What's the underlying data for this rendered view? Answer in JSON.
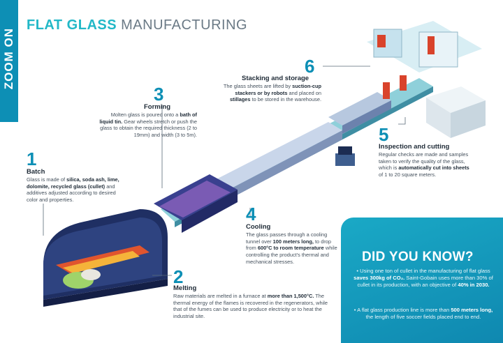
{
  "header": {
    "side_band": "ZOOM ON",
    "title_bold": "FLAT GLASS",
    "title_rest": " MANUFACTURING"
  },
  "steps": [
    {
      "num": "1",
      "title": "Batch",
      "text": [
        {
          "t": "Glass is made of "
        },
        {
          "t": "silica, soda ash, lime, dolomite, recycled glass (cullet)",
          "b": true
        },
        {
          "t": " and additives adjusted according to desired color and properties."
        }
      ]
    },
    {
      "num": "2",
      "title": "Melting",
      "text": [
        {
          "t": "Raw materials are melted in a furnace at "
        },
        {
          "t": "more than 1,500°C.",
          "b": true
        },
        {
          "t": " The thermal energy of the flames is recovered in the regenerators, while that of the fumes can be used to produce electricity or to heat the industrial site."
        }
      ]
    },
    {
      "num": "3",
      "title": "Forming",
      "text": [
        {
          "t": "Molten glass is poured onto a "
        },
        {
          "t": "bath of liquid tin.",
          "b": true
        },
        {
          "t": " Gear wheels stretch or push the glass to obtain the required thickness (2 to 19mm) and width (3 to 5m)."
        }
      ]
    },
    {
      "num": "4",
      "title": "Cooling",
      "text": [
        {
          "t": "The glass passes through a cooling tunnel over "
        },
        {
          "t": "100 meters long,",
          "b": true
        },
        {
          "t": " to drop from "
        },
        {
          "t": "600°C to room temperature",
          "b": true
        },
        {
          "t": " while controlling the product's thermal and mechanical stresses."
        }
      ]
    },
    {
      "num": "5",
      "title": "Inspection and cutting",
      "text": [
        {
          "t": "Regular checks are made and samples taken to verify the quality of the glass, which is "
        },
        {
          "t": "automatically cut into sheets",
          "b": true
        },
        {
          "t": " of 1 to 20 square meters."
        }
      ]
    },
    {
      "num": "6",
      "title": "Stacking and storage",
      "text": [
        {
          "t": "The glass sheets are lifted by "
        },
        {
          "t": "suction-cup stackers or by robots",
          "b": true
        },
        {
          "t": " and placed on "
        },
        {
          "t": "stillages",
          "b": true
        },
        {
          "t": " to be stored in the warehouse."
        }
      ]
    }
  ],
  "did_you_know": {
    "title": "DID YOU KNOW?",
    "facts": [
      [
        {
          "t": "• Using one ton of cullet in the manufacturing of flat glass "
        },
        {
          "t": "saves 300kg of CO₂.",
          "b": true
        },
        {
          "t": " Saint-Gobain uses more than 30% of cullet in its production, with an objective of "
        },
        {
          "t": "40% in 2030.",
          "b": true
        }
      ],
      [
        {
          "t": "• A flat glass production line is more than "
        },
        {
          "t": "500 meters long,",
          "b": true
        },
        {
          "t": " the length of five soccer fields placed end to end."
        }
      ]
    ]
  },
  "colors": {
    "accent": "#0d8fb5",
    "accent_light": "#22b8c7",
    "machine_dark": "#1f2f63",
    "machine_mid": "#34498c",
    "conveyor": "#5fb7c6",
    "robot": "#d9432b"
  }
}
